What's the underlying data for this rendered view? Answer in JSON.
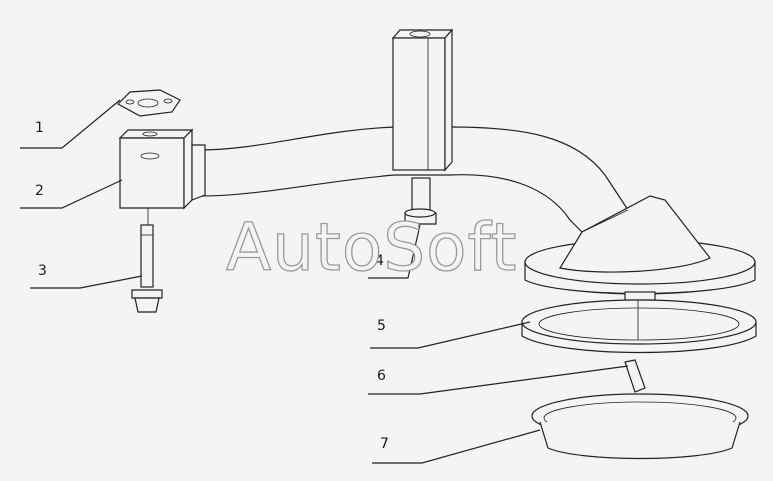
{
  "watermark": "AutoSoft",
  "callouts": [
    {
      "number": "1"
    },
    {
      "number": "2"
    },
    {
      "number": "3"
    },
    {
      "number": "4"
    },
    {
      "number": "5"
    },
    {
      "number": "6"
    },
    {
      "number": "7"
    }
  ],
  "colors": {
    "background": "#f4f4f4",
    "line": "#222222",
    "watermark_outline": "#9a9a9a"
  }
}
